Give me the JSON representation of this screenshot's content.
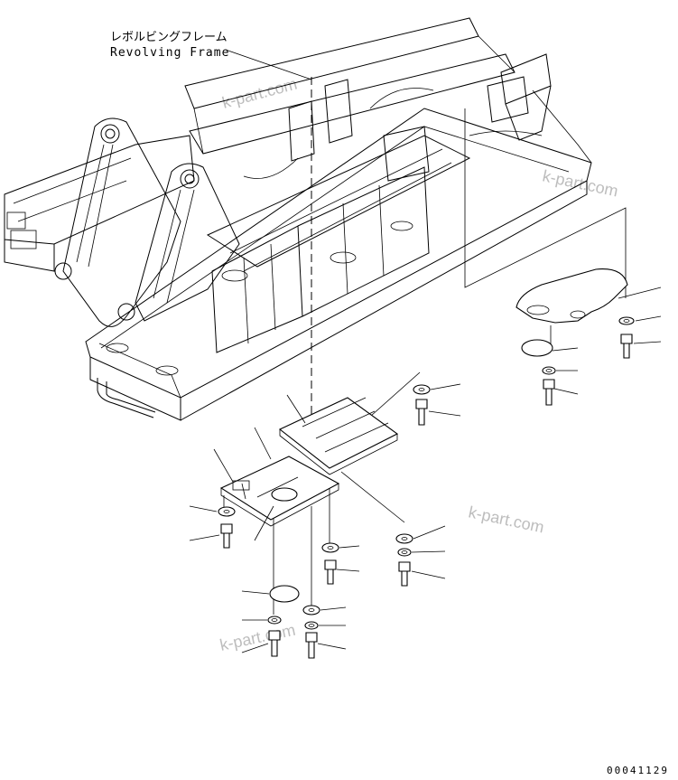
{
  "title": {
    "japanese": "レボルビングフレーム",
    "english": "Revolving Frame"
  },
  "watermarks": [
    "k-part.com",
    "k-part.com",
    "k-part.com",
    "k-part.com"
  ],
  "drawing_number": "00041129"
}
